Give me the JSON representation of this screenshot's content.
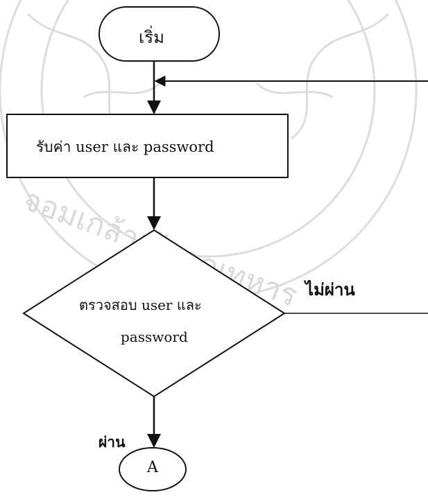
{
  "flowchart": {
    "start_label": "เริ่ม",
    "process_label": "รับค่า user และ password",
    "decision_line1": "ตรวจสอบ user และ",
    "decision_line2": "password",
    "fail_label": "ไม่ผ่าน",
    "pass_label": "ผ่าน",
    "connector_label": "A"
  },
  "watermark": {
    "text": "จอมเกล้าเจ้าคุณทหาร",
    "color": "#d9d9d9"
  },
  "colors": {
    "stroke": "#111111",
    "background": "#ffffff"
  }
}
